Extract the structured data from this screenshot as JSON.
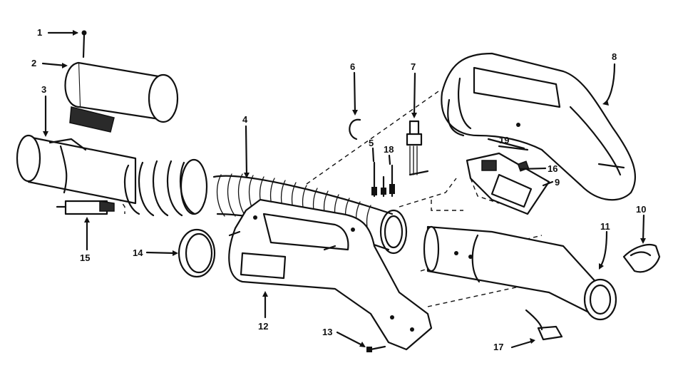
{
  "callouts": [
    {
      "id": "1",
      "label": "1"
    },
    {
      "id": "2",
      "label": "2"
    },
    {
      "id": "3",
      "label": "3"
    },
    {
      "id": "4",
      "label": "4"
    },
    {
      "id": "5",
      "label": "5"
    },
    {
      "id": "6",
      "label": "6"
    },
    {
      "id": "7",
      "label": "7"
    },
    {
      "id": "8",
      "label": "8"
    },
    {
      "id": "9",
      "label": "9"
    },
    {
      "id": "10",
      "label": "10"
    },
    {
      "id": "11",
      "label": "11"
    },
    {
      "id": "12",
      "label": "12"
    },
    {
      "id": "13",
      "label": "13"
    },
    {
      "id": "14",
      "label": "14"
    },
    {
      "id": "15",
      "label": "15"
    },
    {
      "id": "16",
      "label": "16"
    },
    {
      "id": "17",
      "label": "17"
    },
    {
      "id": "18",
      "label": "18"
    },
    {
      "id": "19",
      "label": "19"
    }
  ],
  "colors": {
    "ink": "#111111",
    "paper": "#ffffff"
  }
}
